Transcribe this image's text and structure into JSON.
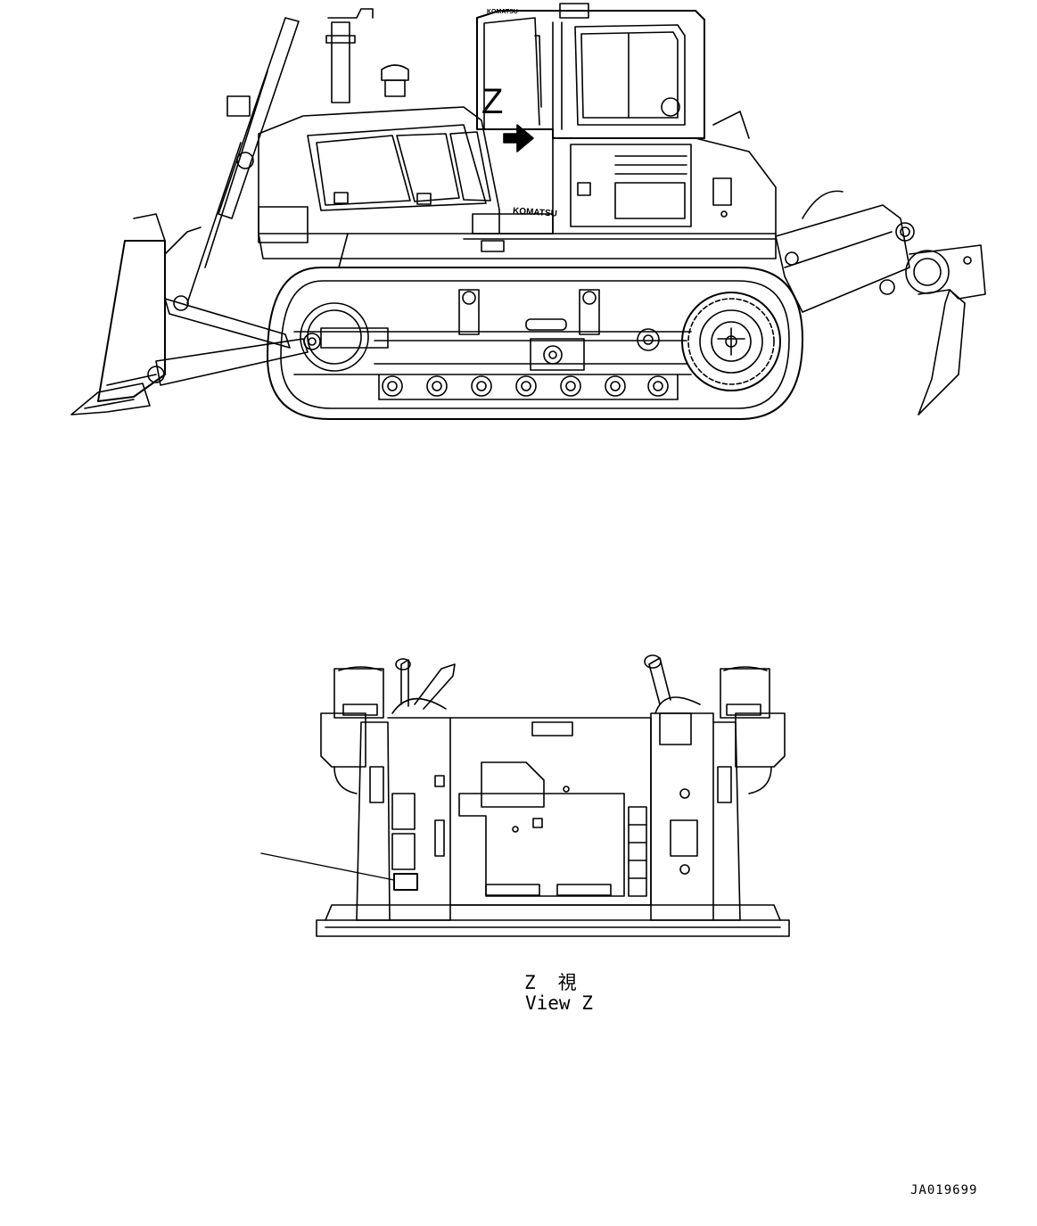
{
  "labels": {
    "arrow_marker": "Z",
    "view_title_jp": "Z　視",
    "view_title_en": "View Z",
    "drawing_number": "JA019699",
    "brand_cab": "KOMATSU",
    "brand_top": "KOMATSU"
  },
  "colors": {
    "line": "#000000",
    "background": "#ffffff"
  },
  "icons": {
    "view_arrow": "right-arrow-icon"
  }
}
